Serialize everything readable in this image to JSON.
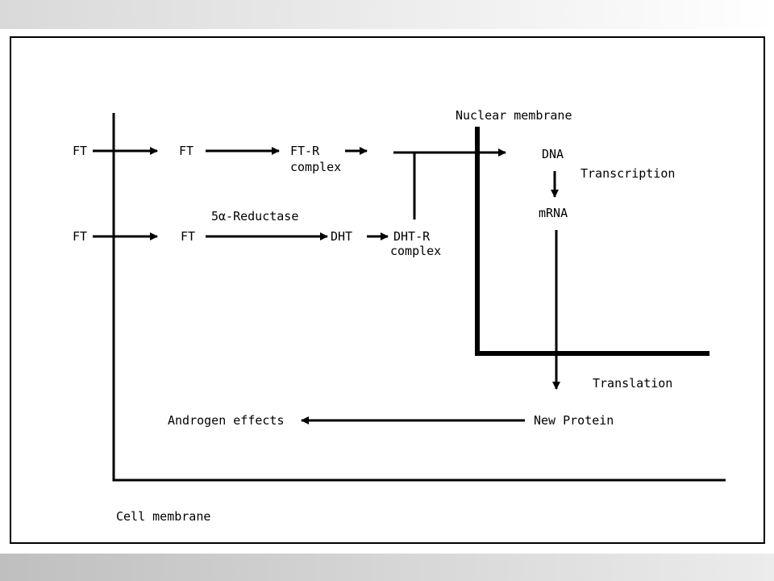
{
  "labels": {
    "ft_top_outside": "FT",
    "ft_top_inside": "FT",
    "ftr_line1": "FT-R",
    "ftr_line2": "complex",
    "ft_bottom_outside": "FT",
    "ft_bottom_inside": "FT",
    "reductase": "5α-Reductase",
    "dht": "DHT",
    "dhtr_line1": "DHT-R",
    "dhtr_line2": "complex",
    "nuclear_membrane": "Nuclear membrane",
    "dna": "DNA",
    "transcription": "Transcription",
    "mrna": "mRNA",
    "translation": "Translation",
    "new_protein": "New Protein",
    "androgen_effects": "Androgen effects",
    "cell_membrane": "Cell membrane"
  }
}
